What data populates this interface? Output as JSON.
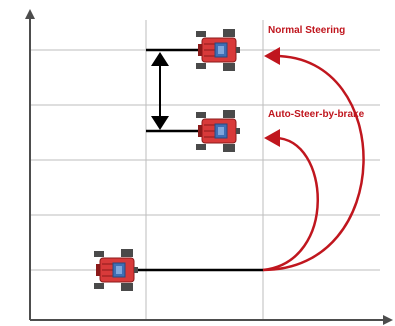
{
  "labels": {
    "normal_steering": "Normal Steering",
    "auto_steer_by_brake": "Auto-Steer-by-brake"
  },
  "colors": {
    "accent_red": "#c0161e",
    "tractor_red": "#d83a3a",
    "tractor_dark": "#4a4a4a",
    "tractor_blue": "#3f6fb5",
    "grid": "#bdbdbd",
    "axis": "#4d4d4d",
    "black": "#000000"
  },
  "diagram": {
    "tractors": [
      {
        "id": "start",
        "label": "starting-tractor"
      },
      {
        "id": "auto",
        "label": "auto-steer-tractor"
      },
      {
        "id": "normal",
        "label": "normal-steering-tractor"
      }
    ],
    "icons": [
      "tractor-icon",
      "double-arrow-icon",
      "u-turn-arrow-icon"
    ]
  }
}
